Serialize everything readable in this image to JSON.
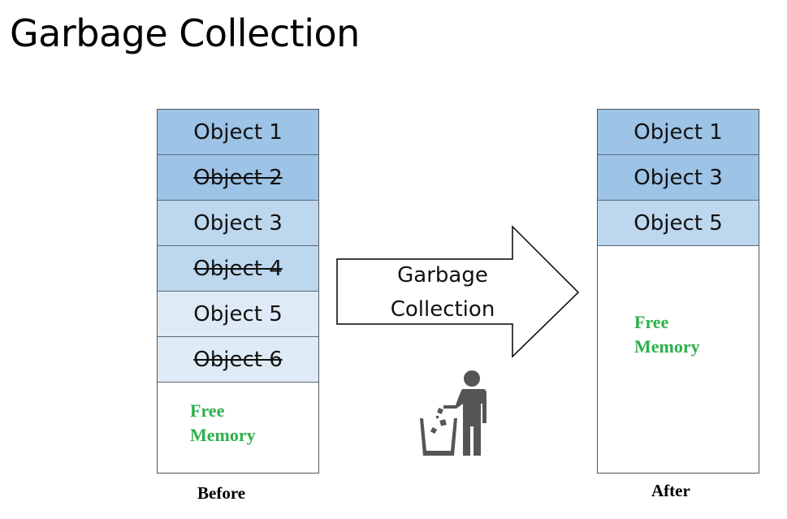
{
  "title": "Garbage Collection",
  "colors": {
    "dark_blue": "#9dc3e6",
    "mid_blue": "#bdd7ee",
    "light_blue": "#deebf7",
    "free_text": "#2db04b",
    "icon_gray": "#555555"
  },
  "before": {
    "caption": "Before",
    "objects": [
      {
        "label": "Object 1",
        "collected": false,
        "shade": "dark"
      },
      {
        "label": "Object 2",
        "collected": true,
        "shade": "dark"
      },
      {
        "label": "Object 3",
        "collected": false,
        "shade": "mid"
      },
      {
        "label": "Object 4",
        "collected": true,
        "shade": "mid"
      },
      {
        "label": "Object 5",
        "collected": false,
        "shade": "light"
      },
      {
        "label": "Object 6",
        "collected": true,
        "shade": "light"
      }
    ],
    "free_line1": "Free",
    "free_line2": "Memory"
  },
  "arrow": {
    "line1": "Garbage",
    "line2": "Collection",
    "icon": "person-trash-icon"
  },
  "after": {
    "caption": "After",
    "objects": [
      {
        "label": "Object 1",
        "shade": "dark"
      },
      {
        "label": "Object 3",
        "shade": "dark"
      },
      {
        "label": "Object 5",
        "shade": "mid"
      }
    ],
    "free_line1": "Free",
    "free_line2": "Memory"
  }
}
